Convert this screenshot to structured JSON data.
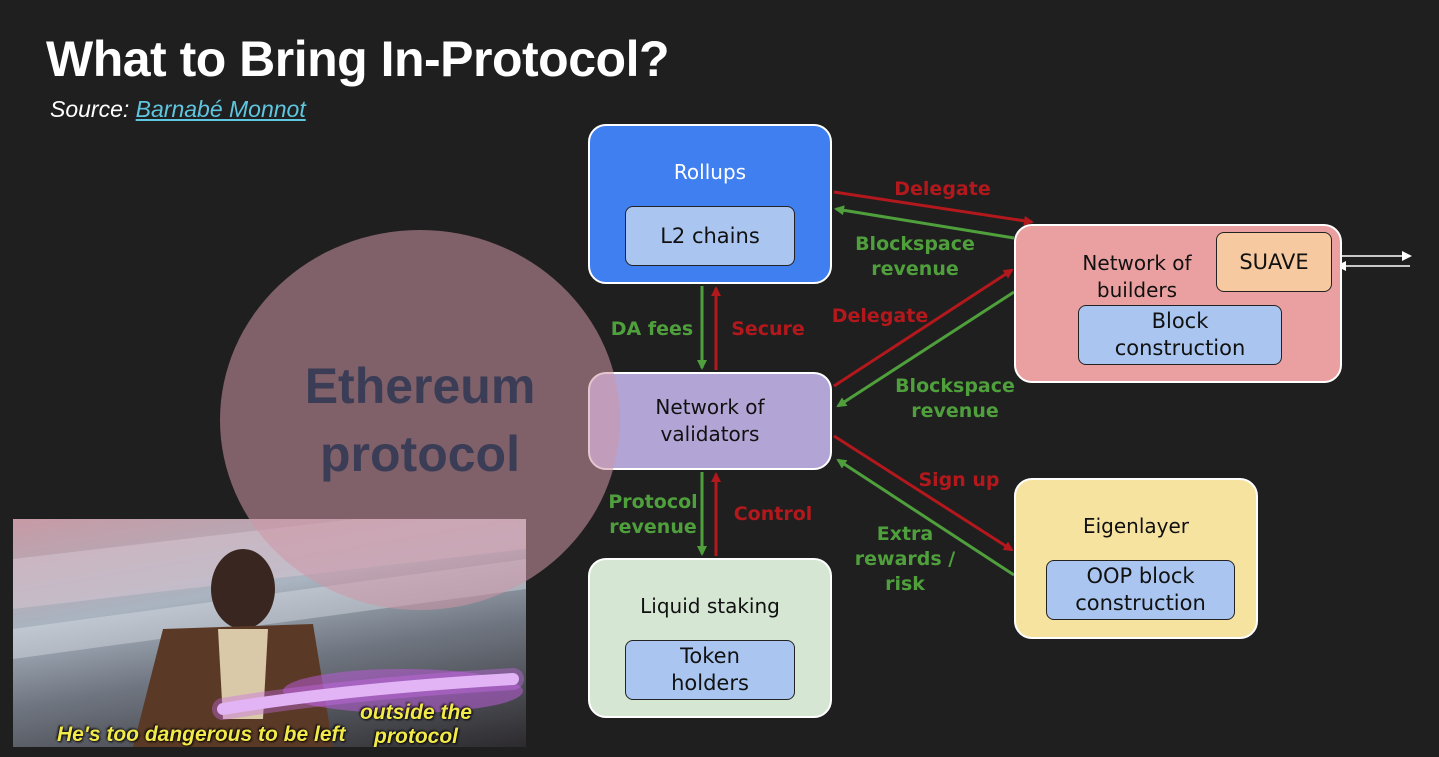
{
  "title": "What to Bring In-Protocol?",
  "source": {
    "prefix": "Source:",
    "link": "Barnabé Monnot"
  },
  "nodes": {
    "rollups": {
      "label": "Rollups",
      "inner": "L2 chains"
    },
    "validators": {
      "label": "Network of validators"
    },
    "staking": {
      "label": "Liquid staking",
      "inner": "Token holders"
    },
    "builders": {
      "label": "Network of builders",
      "inner": "Block construction",
      "suave": "SUAVE"
    },
    "eigenlayer": {
      "label": "Eigenlayer",
      "inner": "OOP block construction"
    }
  },
  "edges": {
    "delegate_top": "Delegate",
    "blockspace_top": "Blockspace revenue",
    "da_fees": "DA fees",
    "secure": "Secure",
    "delegate_mid": "Delegate",
    "blockspace_mid": "Blockspace revenue",
    "sign_up": "Sign up",
    "extra_rewards": "Extra rewards / risk",
    "protocol_revenue": "Protocol revenue",
    "control": "Control"
  },
  "overlay": {
    "circle_label": "Ethereum protocol"
  },
  "meme": {
    "caption_left": "He's too dangerous to be left",
    "caption_right": "outside the protocol"
  },
  "colors": {
    "green": "#4fa03c",
    "red": "#b3181c",
    "white": "#ffffff"
  }
}
